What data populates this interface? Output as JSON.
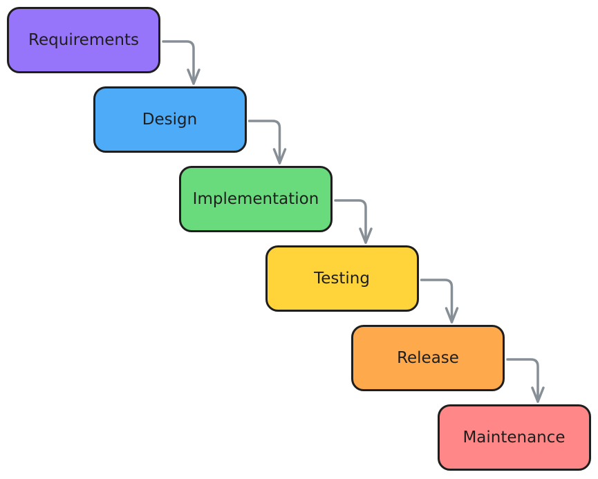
{
  "diagram": {
    "type": "waterfall-flow",
    "stages": [
      {
        "label": "Requirements",
        "color": "#9775fa"
      },
      {
        "label": "Design",
        "color": "#4dabf7"
      },
      {
        "label": "Implementation",
        "color": "#69db7c"
      },
      {
        "label": "Testing",
        "color": "#ffd43b"
      },
      {
        "label": "Release",
        "color": "#ffa94d"
      },
      {
        "label": "Maintenance",
        "color": "#ff8787"
      }
    ],
    "edges": [
      {
        "from": "Requirements",
        "to": "Design"
      },
      {
        "from": "Design",
        "to": "Implementation"
      },
      {
        "from": "Implementation",
        "to": "Testing"
      },
      {
        "from": "Testing",
        "to": "Release"
      },
      {
        "from": "Release",
        "to": "Maintenance"
      }
    ],
    "border_color": "#1e1e1e",
    "arrow_color": "#868e96"
  }
}
